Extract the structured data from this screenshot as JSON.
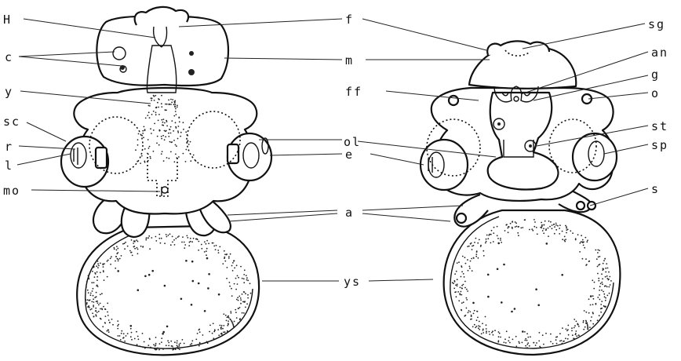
{
  "labels": {
    "H": "H",
    "c": "c",
    "y": "y",
    "sc": "sc",
    "r": "r",
    "l": "l",
    "mo": "mo",
    "f": "f",
    "m": "m",
    "ff": "ff",
    "ol": "ol",
    "e": "e",
    "a": "a",
    "ys": "ys",
    "sg": "sg",
    "an": "an",
    "g": "g",
    "o": "o",
    "st": "st",
    "sp": "sp",
    "s": "s"
  }
}
